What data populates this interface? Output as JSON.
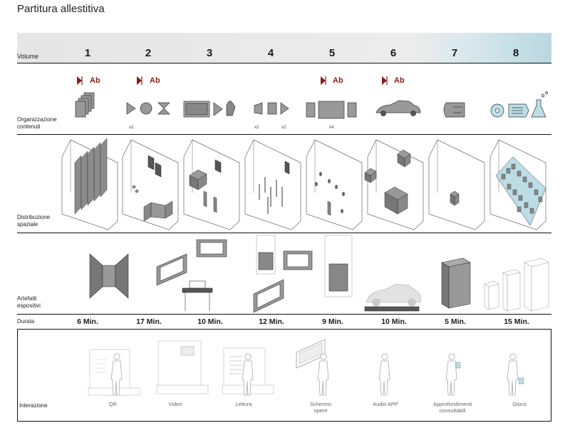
{
  "title": "Partitura allestitiva",
  "rows": {
    "volume": "Volume",
    "organizzazione_1": "Organizzazione",
    "organizzazione_2": "contenuti",
    "distribuzione_1": "Distribuzione",
    "distribuzione_2": "spaziale",
    "artefatti_1": "Artefatti",
    "artefatti_2": "espositivi",
    "durata": "Durata",
    "interazione": "Interazione"
  },
  "columns": [
    {
      "n": "1",
      "durata": "6 Min."
    },
    {
      "n": "2",
      "durata": "17 Min."
    },
    {
      "n": "3",
      "durata": "10 Min."
    },
    {
      "n": "4",
      "durata": "12 Min."
    },
    {
      "n": "5",
      "durata": "9 Min."
    },
    {
      "n": "6",
      "durata": "10 Min."
    },
    {
      "n": "7",
      "durata": "5 Min."
    },
    {
      "n": "8",
      "durata": "15 Min."
    }
  ],
  "ab_badge": "Ab",
  "multipliers": {
    "c2": "x2",
    "c4a": "x2",
    "c4b": "x2",
    "c5": "x4"
  },
  "interazione": [
    "QR",
    "Video",
    "Lettura",
    "Schermo",
    "opere",
    "Audio APP",
    "Approfondimenti",
    "consultabili",
    "Gioco"
  ],
  "colors": {
    "accent_red": "#8a1c1c",
    "accent_blue": "#bcdde6",
    "panel_grey": "#8c8c8c"
  }
}
